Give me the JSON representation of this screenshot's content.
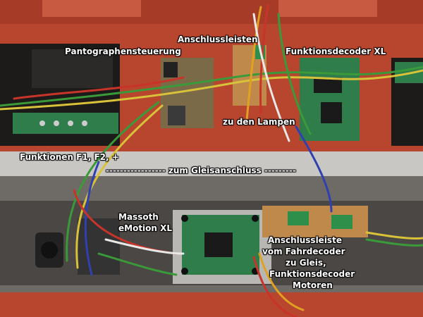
{
  "labels": {
    "pantograph": "Pantographensteuerung",
    "connector_strips": "Anschlussleisten",
    "function_decoder": "Funktionsdecoder XL",
    "to_lamps": "zu den Lampen",
    "functions": "Funktionen F1, F2, +",
    "track_connection": "----------------- zum Gleisanschluss ---------",
    "massoth_line1": "Massoth",
    "massoth_line2": "eMotion XL",
    "strip_line1": "Anschlussleiste",
    "strip_line2": "vom Fahrdecoder",
    "strip_line3": "zu Gleis,",
    "strip_line4": "Funktionsdecoder",
    "strip_line5": "Motoren"
  },
  "colors": {
    "housing_red": "#b8452e",
    "chassis_grey": "#6e6a66",
    "pcb_green": "#2f7d4a",
    "label_text": "#ffffff"
  }
}
